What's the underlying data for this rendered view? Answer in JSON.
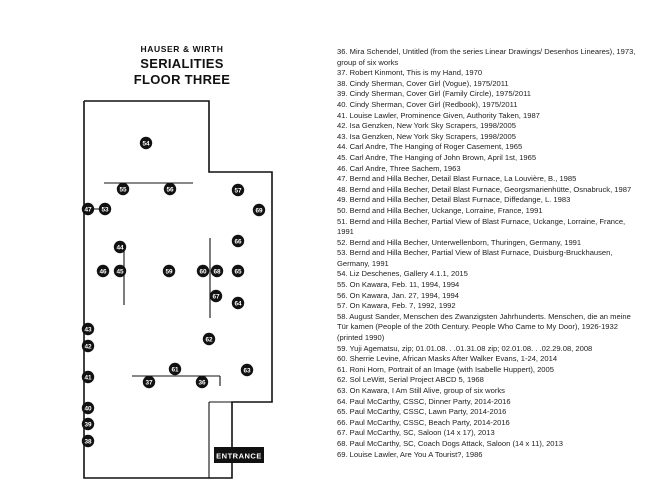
{
  "header": {
    "brand": "HAUSER & WIRTH",
    "title_line1": "SERIALITIES",
    "title_line2": "FLOOR THREE"
  },
  "map": {
    "entrance_label": "ENTRANCE",
    "markers": [
      "54",
      "55",
      "56",
      "57",
      "47",
      "53",
      "69",
      "44",
      "46",
      "45",
      "59",
      "60",
      "68",
      "65",
      "66",
      "67",
      "64",
      "43",
      "62",
      "42",
      "61",
      "63",
      "41",
      "37",
      "36",
      "40",
      "39",
      "38"
    ]
  },
  "artworks": [
    "36. Mira Schendel, Untitled (from the series Linear Drawings/ Desenhos Lineares), 1973, group of six works",
    "37. Robert Kinmont, This is my Hand, 1970",
    "38. Cindy Sherman, Cover Girl (Vogue), 1975/2011",
    "39. Cindy Sherman, Cover Girl (Family Circle), 1975/2011",
    "40. Cindy Sherman, Cover Girl (Redbook), 1975/2011",
    "41. Louise Lawler, Prominence Given, Authority Taken, 1987",
    "42. Isa Genzken, New York Sky Scrapers, 1998/2005",
    "43. Isa Genzken, New York Sky Scrapers, 1998/2005",
    "44. Carl Andre, The Hanging of Roger Casement, 1965",
    "45. Carl Andre, The Hanging of John Brown, April 1st, 1965",
    "46. Carl Andre, Three Sachem, 1963",
    "47. Bernd and Hilla Becher, Detail Blast Furnace, La Louvière, B., 1985",
    "48. Bernd and Hilla Becher, Detail Blast Furnace, Georgsmarienhütte, Osnabruck, 1987",
    "49. Bernd and Hilla Becher, Detail Blast Furnace, Diffedange, L. 1983",
    "50. Bernd and Hilla Becher, Uckange, Lorraine, France, 1991",
    "51. Bernd and Hilla Becher, Partial View of Blast Furnace, Uckange, Lorraine, France, 1991",
    "52. Bernd and Hilla Becher, Unterwellenborn, Thuringen, Germany, 1991",
    "53. Bernd and Hilla Becher, Partial View of Blast Furnace, Duisburg-Bruckhausen, Germany, 1991",
    "54. Liz Deschenes, Gallery 4.1.1, 2015",
    "55. On Kawara, Feb. 11, 1994, 1994",
    "56. On Kawara, Jan. 27, 1994, 1994",
    "57. On Kawara, Feb. 7, 1992, 1992",
    "58. August Sander, Menschen des Zwanzigsten Jahrhunderts. Menschen, die an meine Tür kamen (People of the 20th Century. People Who Came to My Door), 1926-1932 (printed 1990)",
    "59. Yuji Agematsu, zip; 01.01.08. . .01.31.08 zip; 02.01.08. . .02.29.08, 2008",
    "60. Sherrie Levine, African Masks After Walker Evans, 1-24, 2014",
    "61. Roni Horn, Portrait of an Image (with Isabelle Huppert), 2005",
    "62. Sol LeWitt, Serial Project ABCD 5, 1968",
    "63. On Kawara, I Am Still Alive, group of six works",
    "64. Paul McCarthy, CSSC, Dinner Party, 2014-2016",
    "65. Paul McCarthy, CSSC, Lawn Party, 2014-2016",
    "66. Paul McCarthy, CSSC, Beach Party, 2014-2016",
    "67. Paul McCarthy, SC, Saloon (14 x 17), 2013",
    "68. Paul McCarthy, SC, Coach Dogs Attack, Saloon (14 x 11), 2013",
    "69. Louise Lawler, Are You A Tourist?, 1986"
  ]
}
